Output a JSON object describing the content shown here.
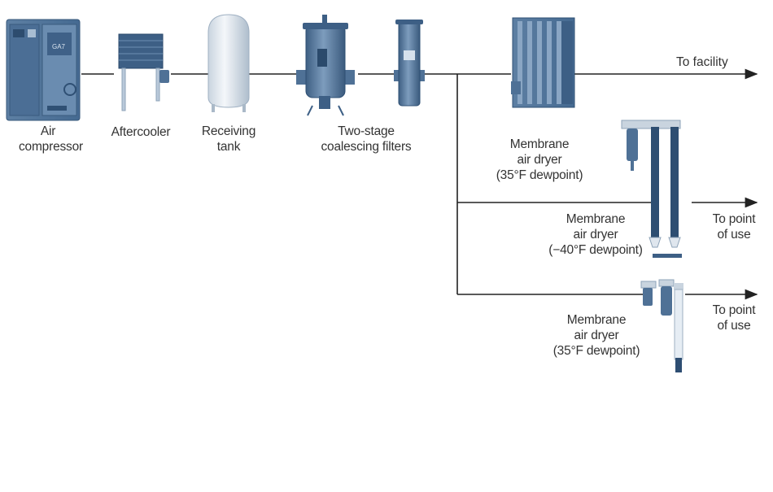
{
  "labels": {
    "air_compressor": [
      "Air",
      "compressor"
    ],
    "aftercooler": [
      "Aftercooler"
    ],
    "receiving_tank": [
      "Receiving",
      "tank"
    ],
    "coalescing_filters": [
      "Two-stage",
      "coalescing filters"
    ],
    "membrane_dryer_main": [
      "Membrane",
      "air dryer",
      "(35°F dewpoint)"
    ],
    "membrane_dryer_low": [
      "Membrane",
      "air dryer",
      "(−40°F dewpoint)"
    ],
    "membrane_dryer_small": [
      "Membrane",
      "air dryer",
      "(35°F dewpoint)"
    ],
    "outlet_facility": [
      "To facility"
    ],
    "outlet_point_1": [
      "To point",
      "of use"
    ],
    "outlet_point_2": [
      "To point",
      "of use"
    ]
  },
  "colors": {
    "equipment": "#4f7196",
    "equipment_light": "#b9c9da",
    "pipe": "#222222",
    "text": "#333333"
  },
  "equipment_icons": [
    "compressor-icon",
    "aftercooler-icon",
    "tank-icon",
    "filter-icon",
    "dryer-icon"
  ]
}
